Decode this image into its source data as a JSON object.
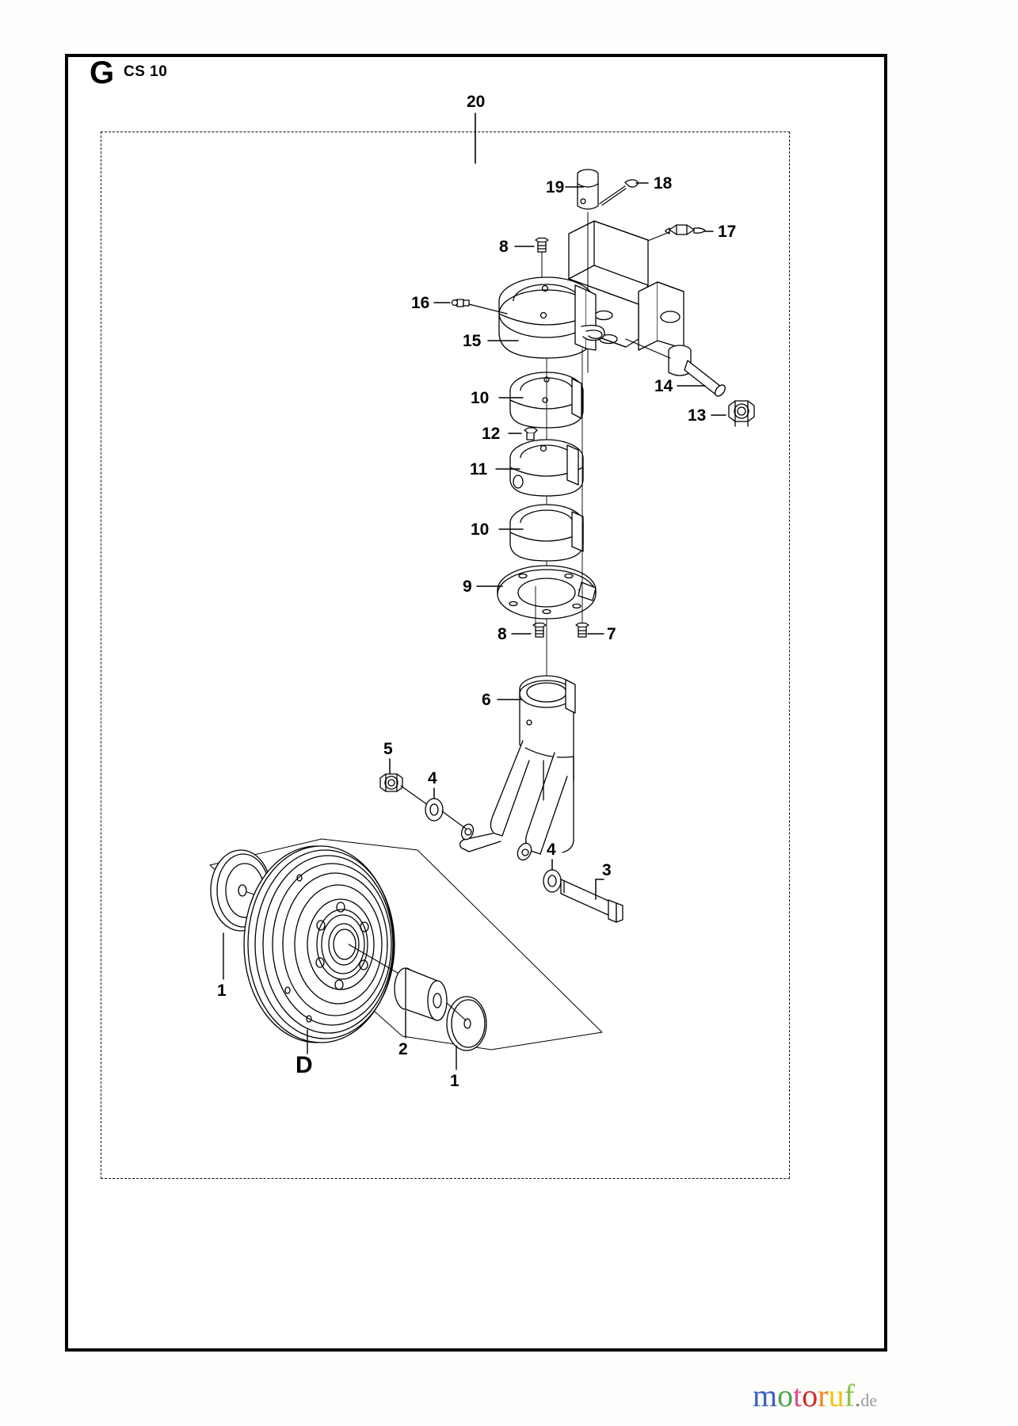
{
  "page": {
    "section_letter": "G",
    "model": "CS 10",
    "watermark": {
      "text": "motoruf",
      "suffix": ".de",
      "colors": [
        "#3b5fc0",
        "#4aa64a",
        "#e24b8a",
        "#cf2b2b",
        "#f0861b",
        "#f3c419",
        "#8bc34a"
      ]
    }
  },
  "callouts": [
    {
      "id": "c20",
      "label": "20"
    },
    {
      "id": "c19",
      "label": "19"
    },
    {
      "id": "c18",
      "label": "18"
    },
    {
      "id": "c17",
      "label": "17"
    },
    {
      "id": "c8a",
      "label": "8"
    },
    {
      "id": "c16",
      "label": "16"
    },
    {
      "id": "c15",
      "label": "15"
    },
    {
      "id": "c14",
      "label": "14"
    },
    {
      "id": "c13",
      "label": "13"
    },
    {
      "id": "c10a",
      "label": "10"
    },
    {
      "id": "c12",
      "label": "12"
    },
    {
      "id": "c11",
      "label": "11"
    },
    {
      "id": "c10b",
      "label": "10"
    },
    {
      "id": "c9",
      "label": "9"
    },
    {
      "id": "c8b",
      "label": "8"
    },
    {
      "id": "c7",
      "label": "7"
    },
    {
      "id": "c6",
      "label": "6"
    },
    {
      "id": "c5",
      "label": "5"
    },
    {
      "id": "c4a",
      "label": "4"
    },
    {
      "id": "c4b",
      "label": "4"
    },
    {
      "id": "c3",
      "label": "3"
    },
    {
      "id": "c1a",
      "label": "1"
    },
    {
      "id": "c2",
      "label": "2"
    },
    {
      "id": "c1b",
      "label": "1"
    },
    {
      "id": "cD",
      "label": "D"
    }
  ]
}
